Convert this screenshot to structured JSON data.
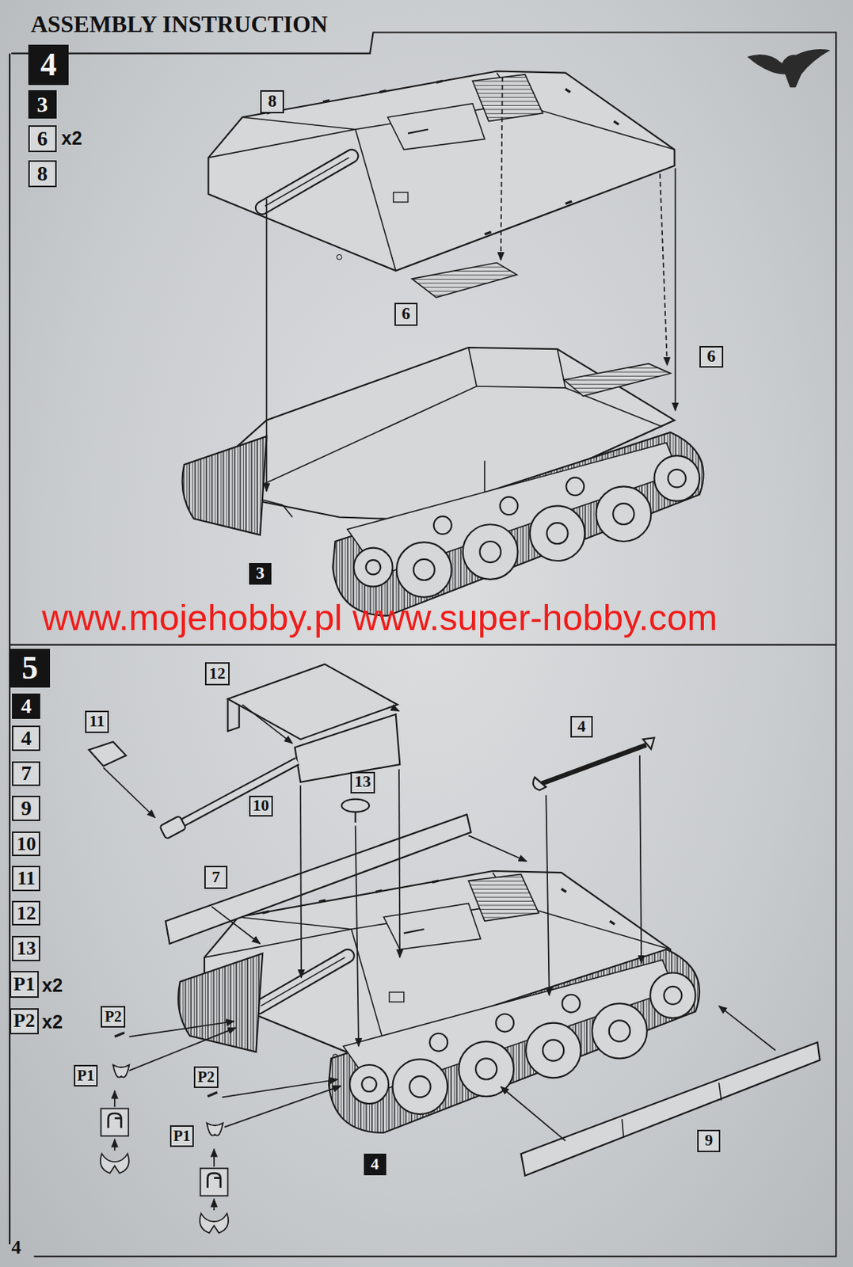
{
  "diagram": {
    "title": "ASSEMBLY INSTRUCTION",
    "nodes": [
      {
        "text": [
          "4"
        ]
      },
      {
        "text": [
          "3"
        ]
      },
      {
        "text": [
          "6"
        ]
      },
      {
        "text": [
          "8"
        ]
      },
      {
        "text": [
          "8"
        ]
      },
      {
        "text": [
          "6"
        ]
      },
      {
        "text": [
          "6"
        ]
      },
      {
        "text": [
          "3"
        ]
      },
      {
        "text": [
          "5"
        ]
      },
      {
        "text": [
          "4"
        ]
      },
      {
        "text": [
          "4"
        ]
      },
      {
        "text": [
          "7"
        ]
      },
      {
        "text": [
          "9"
        ]
      },
      {
        "text": [
          "10"
        ]
      },
      {
        "text": [
          "11"
        ]
      },
      {
        "text": [
          "12"
        ]
      },
      {
        "text": [
          "13"
        ]
      },
      {
        "text": [
          "P1"
        ]
      },
      {
        "text": [
          "P2"
        ]
      },
      {
        "text": [
          "12"
        ]
      },
      {
        "text": [
          "11"
        ]
      },
      {
        "text": [
          "4"
        ]
      },
      {
        "text": [
          "13"
        ]
      },
      {
        "text": [
          "10"
        ]
      },
      {
        "text": [
          "7"
        ]
      },
      {
        "text": [
          "P2"
        ]
      },
      {
        "text": [
          "P1"
        ]
      },
      {
        "text": [
          "P2"
        ]
      },
      {
        "text": [
          "P1"
        ]
      },
      {
        "text": [
          "9"
        ]
      },
      {
        "text": [
          "4"
        ]
      }
    ],
    "labels": [
      "x2",
      "x2",
      "x2",
      "www.mojehobby.pl www.super-hobby.com",
      "4"
    ]
  }
}
